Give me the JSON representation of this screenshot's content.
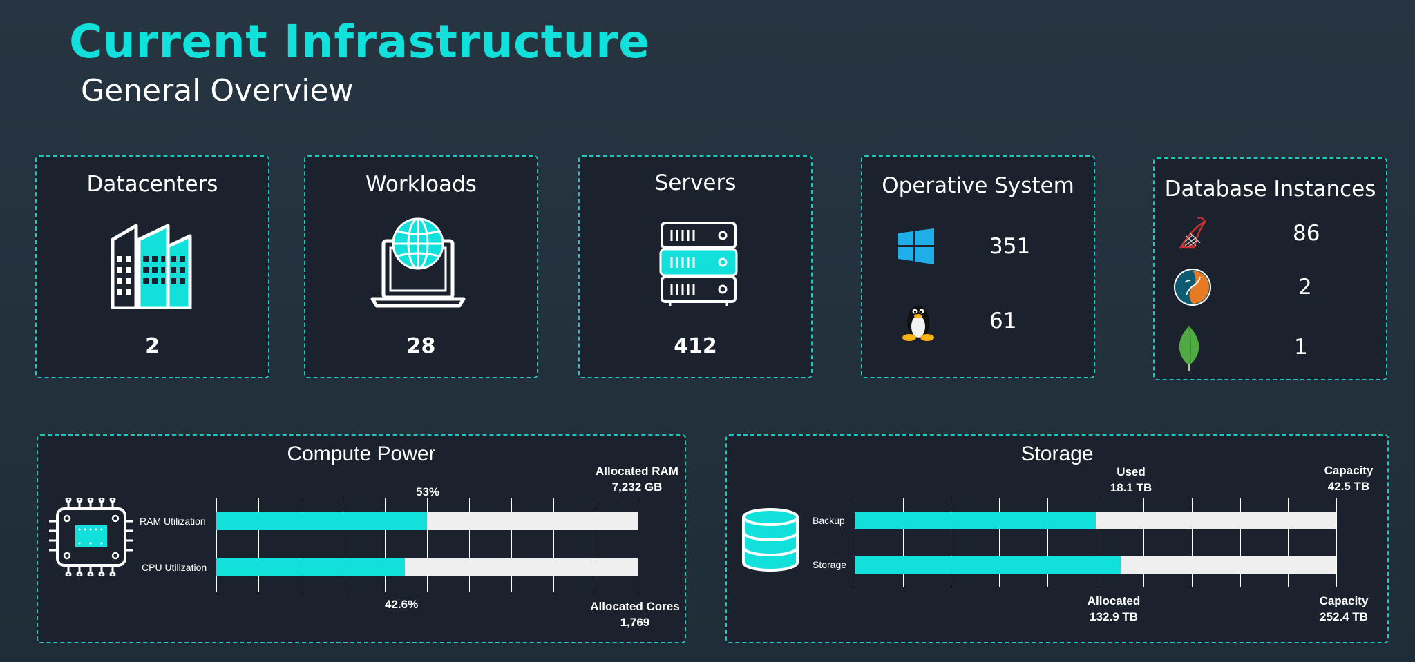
{
  "header": {
    "title": "Current Infrastructure",
    "subtitle": "General Overview"
  },
  "colors": {
    "accent": "#12e0da",
    "card_bg": "#1b212d",
    "border": "#1ec6c0"
  },
  "cards": {
    "datacenters": {
      "title": "Datacenters",
      "value": "2",
      "icon": "datacenter-buildings-icon"
    },
    "workloads": {
      "title": "Workloads",
      "value": "28",
      "icon": "globe-laptop-icon"
    },
    "servers": {
      "title": "Servers",
      "value": "412",
      "icon": "server-rack-icon"
    },
    "os": {
      "title": "Operative System",
      "rows": [
        {
          "icon": "windows-icon",
          "value": "351"
        },
        {
          "icon": "linux-penguin-icon",
          "value": "61"
        }
      ]
    },
    "databases": {
      "title": "Database Instances",
      "rows": [
        {
          "icon": "sql-server-icon",
          "value": "86"
        },
        {
          "icon": "mysql-icon",
          "value": "2"
        },
        {
          "icon": "mongodb-leaf-icon",
          "value": "1"
        }
      ]
    }
  },
  "compute": {
    "title": "Compute Power",
    "icon": "cpu-chip-icon",
    "bars": [
      {
        "label": "RAM Utilization",
        "fraction": 0.5
      },
      {
        "label": "CPU Utilization",
        "fraction": 0.447
      }
    ],
    "ram_percent": "53%",
    "cpu_percent": "42.6%",
    "allocated_ram_label": "Allocated RAM",
    "allocated_ram_value": "7,232 GB",
    "allocated_cores_label": "Allocated Cores",
    "allocated_cores_value": "1,769"
  },
  "storage": {
    "title": "Storage",
    "icon": "database-cylinder-icon",
    "bars": [
      {
        "label": "Backup",
        "fraction": 0.5
      },
      {
        "label": "Storage",
        "fraction": 0.553
      }
    ],
    "used_label": "Used",
    "used_value": "18.1 TB",
    "backup_capacity_label": "Capacity",
    "backup_capacity_value": "42.5 TB",
    "allocated_label": "Allocated",
    "allocated_value": "132.9 TB",
    "storage_capacity_label": "Capacity",
    "storage_capacity_value": "252.4 TB"
  }
}
